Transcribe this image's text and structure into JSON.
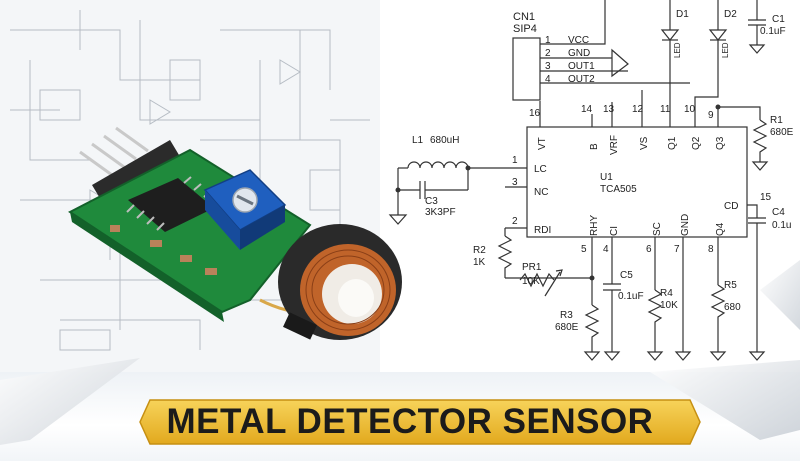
{
  "banner": {
    "title": "METAL DETECTOR SENSOR"
  },
  "schematic": {
    "connector": {
      "ref": "CN1",
      "type": "SIP4",
      "pins": [
        {
          "num": "1",
          "name": "VCC"
        },
        {
          "num": "2",
          "name": "GND"
        },
        {
          "num": "3",
          "name": "OUT1"
        },
        {
          "num": "4",
          "name": "OUT2"
        }
      ]
    },
    "ic": {
      "ref": "U1",
      "part": "TCA505",
      "top_pins": [
        {
          "num": "16",
          "name": "VT"
        },
        {
          "num": "14",
          "name": "B"
        },
        {
          "num": "13",
          "name": "VRF"
        },
        {
          "num": "12",
          "name": "VS"
        },
        {
          "num": "11",
          "name": "Q1"
        },
        {
          "num": "10",
          "name": "Q2"
        },
        {
          "num": "9",
          "name": "Q3"
        }
      ],
      "left_pins": [
        {
          "num": "1",
          "name": "LC"
        },
        {
          "num": "3",
          "name": "NC"
        },
        {
          "num": "2",
          "name": "RDI"
        }
      ],
      "bottom_pins": [
        {
          "num": "5",
          "name": "RHY"
        },
        {
          "num": "4",
          "name": "CI"
        },
        {
          "num": "6",
          "name": "SC"
        },
        {
          "num": "7",
          "name": "GND"
        },
        {
          "num": "8",
          "name": "Q4"
        }
      ],
      "right_pins": [
        {
          "num": "15",
          "name": "CD"
        }
      ]
    },
    "components": [
      {
        "ref": "D1",
        "value": "LED"
      },
      {
        "ref": "D2",
        "value": "LED"
      },
      {
        "ref": "C1",
        "value": "0.1uF"
      },
      {
        "ref": "R1",
        "value": "680E"
      },
      {
        "ref": "L1",
        "value": "680uH"
      },
      {
        "ref": "C3",
        "value": "3K3PF"
      },
      {
        "ref": "R2",
        "value": "1K"
      },
      {
        "ref": "PR1",
        "value": "10K"
      },
      {
        "ref": "R3",
        "value": "680E"
      },
      {
        "ref": "C5",
        "value": "0.1uF"
      },
      {
        "ref": "R4",
        "value": "10K"
      },
      {
        "ref": "R5",
        "value": "680"
      },
      {
        "ref": "C4",
        "value": "0.1u"
      }
    ]
  },
  "colors": {
    "banner_gold": "#f2c230",
    "wire": "#333333",
    "pcb_green": "#1f8a3c",
    "trimmer_blue": "#1f5fbf",
    "coil_copper": "#c0642a"
  },
  "icons": [
    "led-icon",
    "ground-icon",
    "resistor-icon",
    "capacitor-icon",
    "inductor-icon",
    "potentiometer-icon",
    "ic-chip-icon",
    "sensor-module-icon",
    "coil-icon"
  ]
}
